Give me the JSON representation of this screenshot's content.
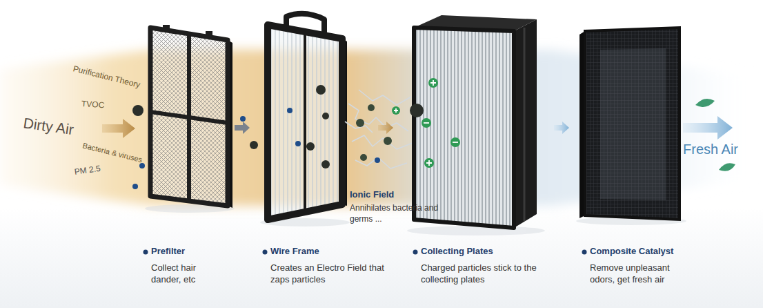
{
  "diagram": {
    "labels": [
      "Purification Theory",
      "TVOC",
      "Dirty Air",
      "Bacteria & viruses",
      "PM 2.5",
      "Ionic Field",
      "Annihilates bacteria and germs ...",
      "Fresh Air",
      "Prefilter",
      "Collect hair dander, etc",
      "Wire Frame",
      "Creates an Electro Field that zaps particles",
      "Collecting Plates",
      "Charged particles stick to the collecting plates",
      "Composite Catalyst",
      "Remove unpleasant odors, get fresh air"
    ]
  }
}
